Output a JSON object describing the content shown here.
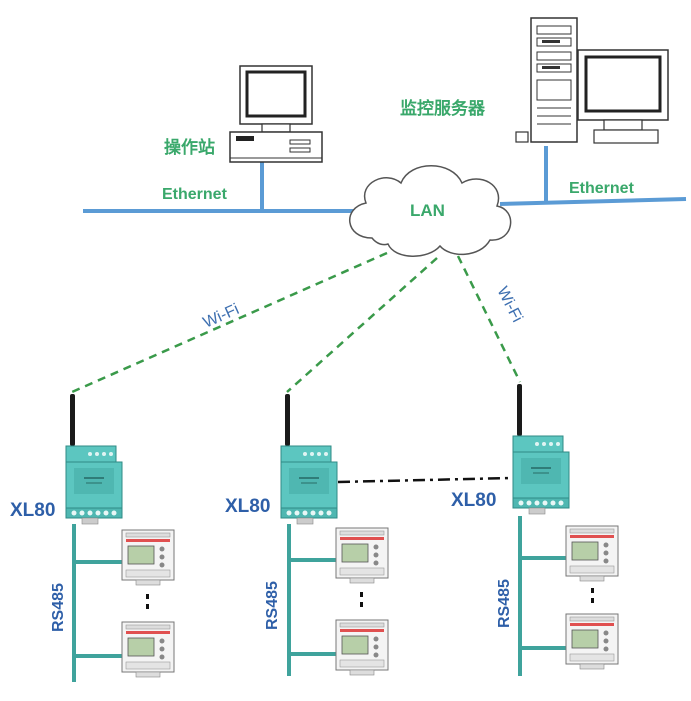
{
  "labels": {
    "workstation": "操作站",
    "server": "监控服务器",
    "ethernet_left": "Ethernet",
    "ethernet_right": "Ethernet",
    "lan": "LAN",
    "wifi_left": "Wi-Fi",
    "wifi_right": "Wi-Fi",
    "gateway_1": "XL80",
    "gateway_2": "XL80",
    "gateway_3": "XL80",
    "bus_1": "RS485",
    "bus_2": "RS485",
    "bus_3": "RS485"
  },
  "colors": {
    "ethernet_line": "#5b9bd5",
    "bus_line": "#3fa39c",
    "wifi_dash": "#3a9a4a",
    "gateway_body": "#5cc6c0",
    "label_green": "#3aa86b",
    "label_blue": "#2e5fa8"
  },
  "icons": {
    "workstation": "desktop-computer-icon",
    "server": "server-tower-icon",
    "cloud": "cloud-icon",
    "gateway": "wireless-gateway-icon",
    "meter": "energy-meter-icon"
  }
}
